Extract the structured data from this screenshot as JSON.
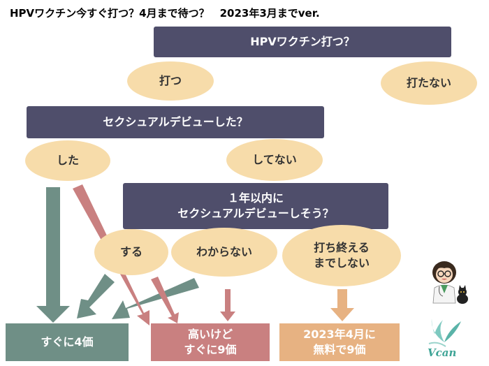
{
  "title": "HPVワクチン今すぐ打つ？4月まで待つ？　2023年3月までver.",
  "questions": {
    "q1": "HPVワクチン打つ？",
    "q2": "セクシュアルデビューした？",
    "q3": "１年以内に\nセクシュアルデビューしそう？"
  },
  "answers": {
    "vaccinate": "打つ",
    "no_vaccinate": "打たない",
    "debuted": "した",
    "not_debuted": "してない",
    "will": "する",
    "unsure": "わからない",
    "finish_before": "打ち終える\nまでしない"
  },
  "results": {
    "now_4valent": "すぐに4価",
    "now_9valent": "高いけど\nすぐに9価",
    "april_9valent": "2023年4月に\n無料で9価"
  },
  "logo_text": "Vcan",
  "colors": {
    "question_bg": "#4f4e6b",
    "answer_bg": "#f7dcaa",
    "result_green": "#6f8f86",
    "result_red": "#c98080",
    "result_orange": "#e7b282"
  }
}
